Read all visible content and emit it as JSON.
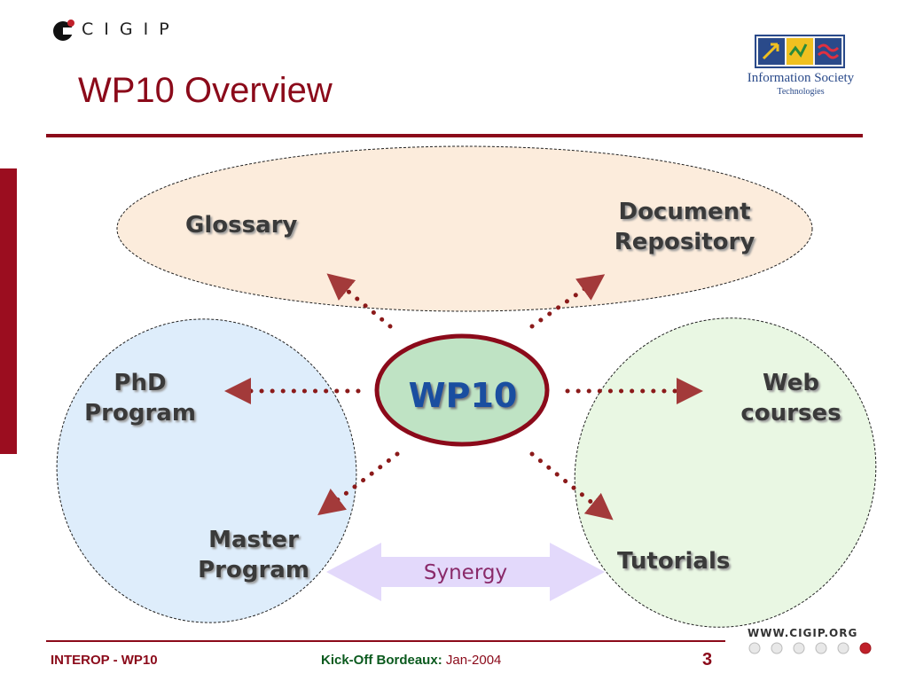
{
  "header": {
    "brand": "CIGIP",
    "title": "WP10 Overview",
    "ist_logo": {
      "name": "Information Society",
      "sub": "Technologies"
    }
  },
  "diagram": {
    "hub": "WP10",
    "nodes": {
      "glossary": "Glossary",
      "doc_repo_line1": "Document",
      "doc_repo_line2": "Repository",
      "phd_line1": "PhD",
      "phd_line2": "Program",
      "master_line1": "Master",
      "master_line2": "Program",
      "web_line1": "Web",
      "web_line2": "courses",
      "tutorials": "Tutorials"
    },
    "synergy": "Synergy"
  },
  "footer": {
    "left": "INTEROP - WP10",
    "mid_bold": "Kick-Off Bordeaux:",
    "mid_rest": " Jan-2004",
    "page": "3",
    "website": "WWW.CIGIP.ORG"
  },
  "colors": {
    "accent_red": "#8b0a1a",
    "hub_fill": "#bfe3c4",
    "top_ellipse": "#fcecdc",
    "left_ellipse": "#deedfb",
    "right_ellipse": "#e9f7e3",
    "synergy_arrow": "#e3d9fb"
  }
}
